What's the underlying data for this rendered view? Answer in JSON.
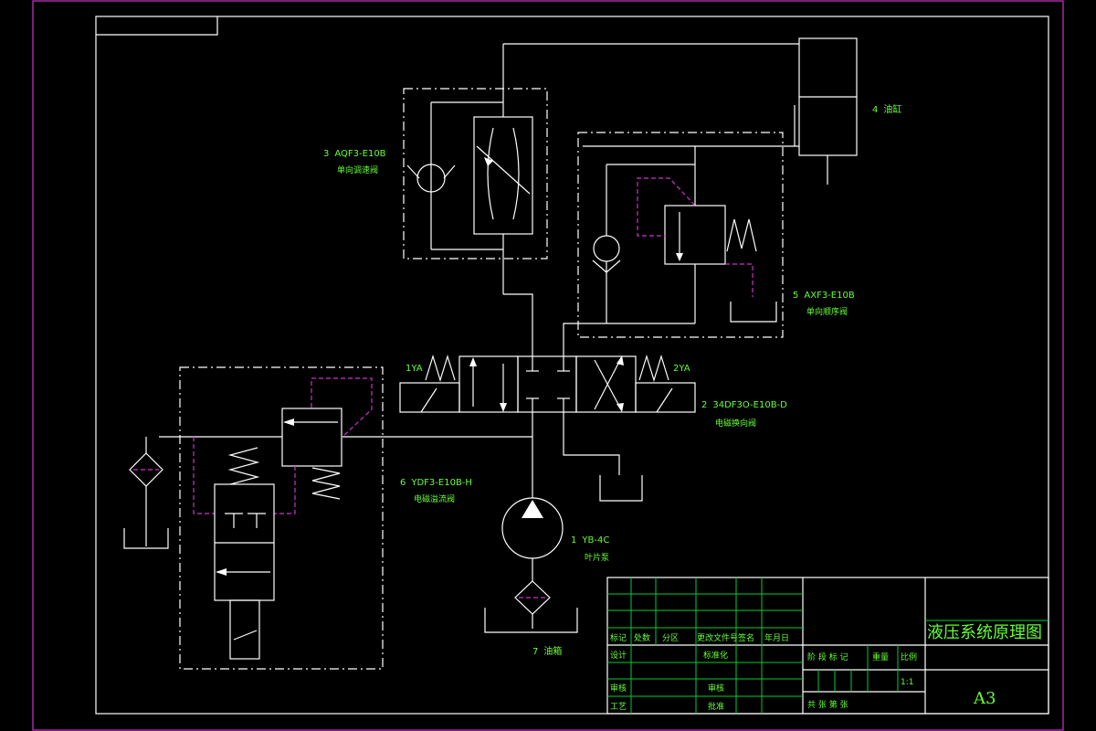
{
  "components": {
    "pump_num": "1",
    "pump_model": "YB-4C",
    "pump_name": "叶片泵",
    "dirvalve_num": "2",
    "dirvalve_model": "34DF3O-E10B-D",
    "dirvalve_name": "电磁换向阀",
    "dirvalve_left_coil": "1YA",
    "dirvalve_right_coil": "2YA",
    "throttle_num": "3",
    "throttle_model": "AQF3-E10B",
    "throttle_name": "单向调速阀",
    "cylinder_num": "4",
    "cylinder_name": "油缸",
    "seqvalve_num": "5",
    "seqvalve_model": "AXF3-E10B",
    "seqvalve_name": "单向顺序阀",
    "relief_num": "6",
    "relief_model": "YDF3-E10B-H",
    "relief_name": "电磁溢流阀",
    "tank_num": "7",
    "tank_name": "油箱"
  },
  "title_block": {
    "title": "液压系统原理图",
    "sheet_size": "A3",
    "scale": "1:1",
    "h_mark": "标记",
    "h_count": "处数",
    "h_zone": "分区",
    "h_docno": "更改文件号",
    "h_sign": "签名",
    "h_date": "年月日",
    "r_design": "设计",
    "r_check": "审核",
    "r_process": "工艺",
    "r_std": "标准化",
    "r_review": "审核",
    "r_approve": "批准",
    "r_stage": "阶 段 标 记",
    "r_weight": "重量",
    "r_ratio": "比例",
    "r_sheets": "共   张   第   张"
  }
}
